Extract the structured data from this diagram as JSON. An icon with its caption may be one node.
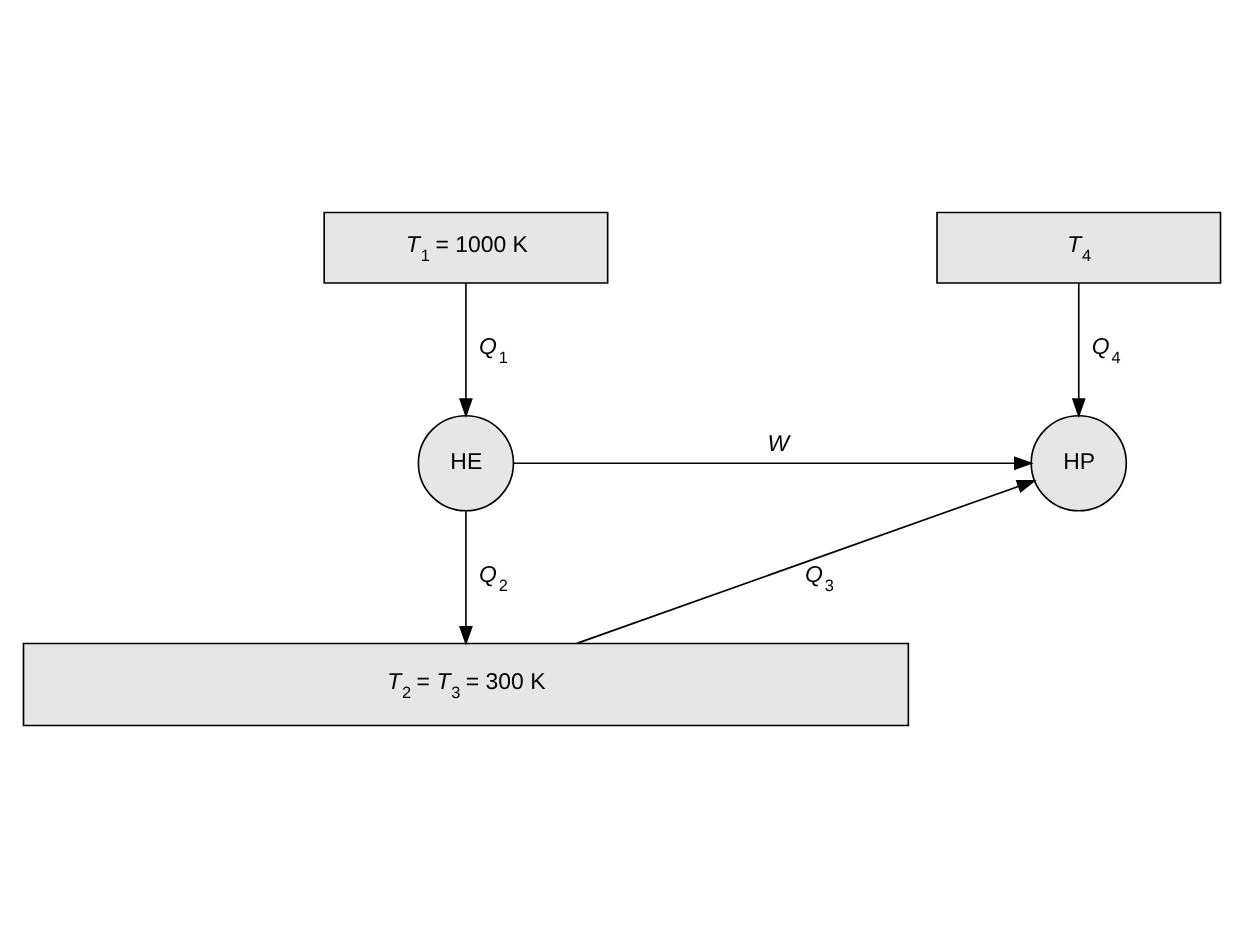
{
  "diagram": {
    "nodes": [
      {
        "text": [
          "*T*$_{1}$ = 1000 K"
        ]
      },
      {
        "text": [
          "*T*$_{4}$"
        ]
      },
      {
        "text": [
          "HE"
        ]
      },
      {
        "text": [
          "HP"
        ]
      },
      {
        "text": [
          "*T*$_{2}$ = *T*$_{3}$ = 300 K"
        ]
      }
    ],
    "edges": [
      {
        "from": 0,
        "to": 2,
        "arrow": "to",
        "label": "*Q*$_{1}$"
      },
      {
        "from": 1,
        "to": 3,
        "arrow": "to",
        "label": "*Q*$_{4}$"
      },
      {
        "from": 2,
        "to": 3,
        "arrow": "to",
        "label": "*W*"
      },
      {
        "from": 2,
        "to": 4,
        "arrow": "to",
        "label": "*Q*$_{2}$"
      },
      {
        "from": 4,
        "to": 3,
        "arrow": "to",
        "label": "*Q*$_{3}$"
      }
    ]
  }
}
